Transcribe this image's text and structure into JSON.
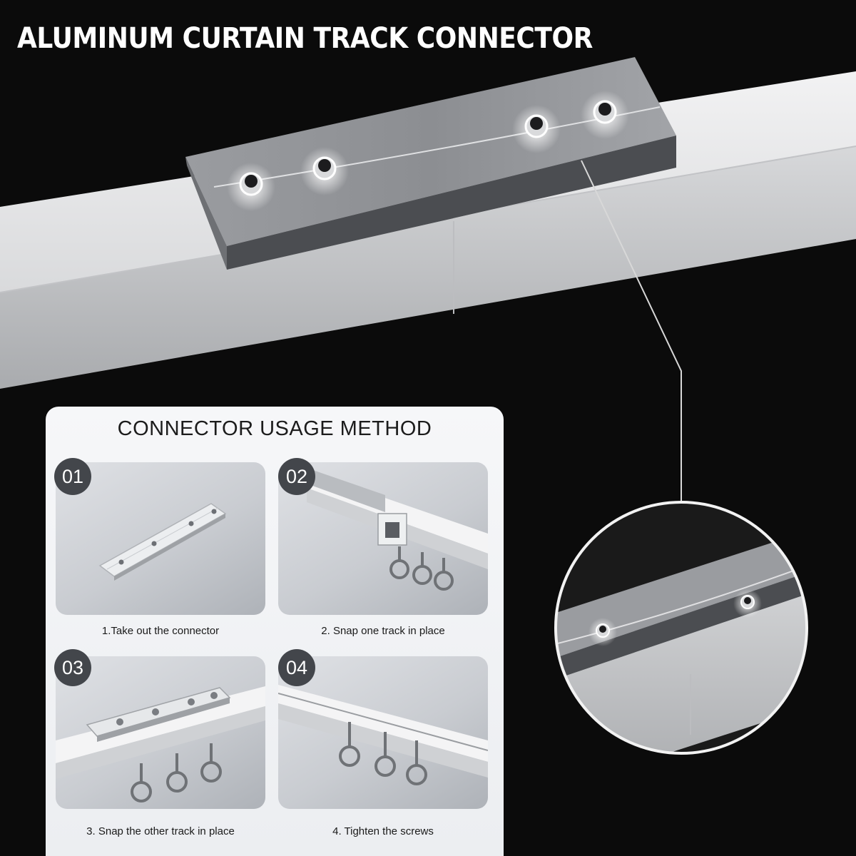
{
  "title": "ALUMINUM CURTAIN TRACK CONNECTOR",
  "usage": {
    "heading": "CONNECTOR USAGE METHOD",
    "steps": [
      {
        "number": "01",
        "caption": "1.Take out the connector"
      },
      {
        "number": "02",
        "caption": "2. Snap one track in place"
      },
      {
        "number": "03",
        "caption": "3. Snap the other track in place"
      },
      {
        "number": "04",
        "caption": "4. Tighten the screws"
      }
    ]
  },
  "colors": {
    "background": "#0b0b0b",
    "title_text": "#ffffff",
    "badge": "#43464b",
    "connector_metal": "#8e9094",
    "track_white": "#e4e5e7"
  },
  "icons": [
    "screw-icon",
    "roller-hook-icon",
    "magnifier-circle"
  ]
}
